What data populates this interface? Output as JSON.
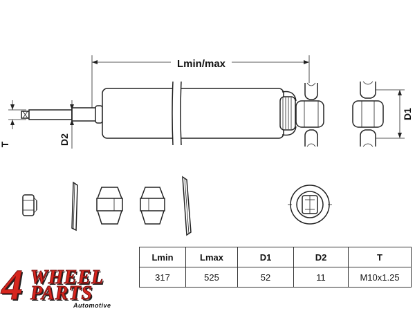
{
  "dimensions": {
    "length_label": "Lmin/max",
    "d1_label": "D1",
    "d2_label": "D2",
    "t_label": "T"
  },
  "specs": {
    "headers": [
      "Lmin",
      "Lmax",
      "D1",
      "D2",
      "T"
    ],
    "values": [
      "317",
      "525",
      "52",
      "11",
      "M10x1.25"
    ]
  },
  "logo": {
    "number": "4",
    "word_top": "WHEEL",
    "word_bottom": "PARTS",
    "subtitle": "Automotive",
    "color": "#d7261e"
  }
}
